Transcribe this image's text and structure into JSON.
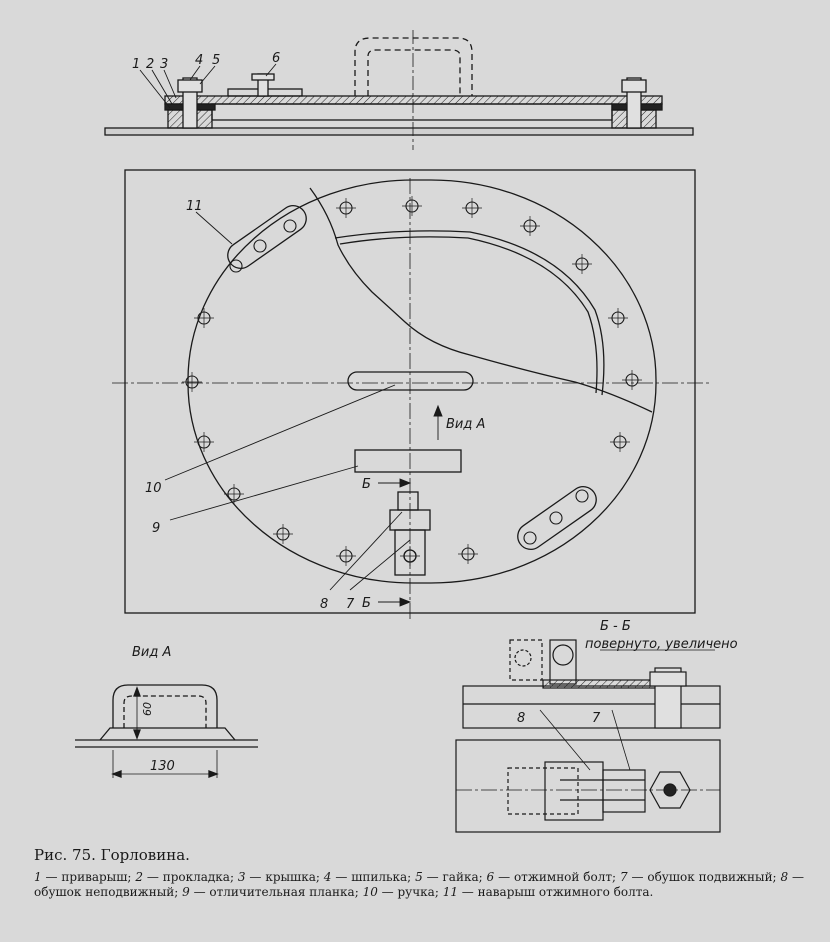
{
  "labels": {
    "n1": "1",
    "n2": "2",
    "n3": "3",
    "n4": "4",
    "n5": "5",
    "n6": "6",
    "n7": "7",
    "n8": "8",
    "n9": "9",
    "n10": "10",
    "n11": "11",
    "vid_a_arrow": "Вид А",
    "vid_a_title": "Вид А",
    "b_top": "Б",
    "b_bottom": "Б",
    "section_title": "Б - Б",
    "section_note": "повернуто, увеличено",
    "s8": "8",
    "s7": "7",
    "dim_60": "60",
    "dim_130": "130"
  },
  "caption": {
    "title": "Рис. 75. Горловина.",
    "legend": [
      {
        "num": "1",
        "text": "приварыш;"
      },
      {
        "num": "2",
        "text": "прокладка;"
      },
      {
        "num": "3",
        "text": "крышка;"
      },
      {
        "num": "4",
        "text": "шпилька;"
      },
      {
        "num": "5",
        "text": "гайка;"
      },
      {
        "num": "6",
        "text": "отжимной болт;"
      },
      {
        "num": "7",
        "text": "обушок подвижный;"
      },
      {
        "num": "8",
        "text": "обушок неподвижный;"
      },
      {
        "num": "9",
        "text": "отличительная планка;"
      },
      {
        "num": "10",
        "text": "ручка;"
      },
      {
        "num": "11",
        "text": "наварыш отжимного болта."
      }
    ]
  }
}
